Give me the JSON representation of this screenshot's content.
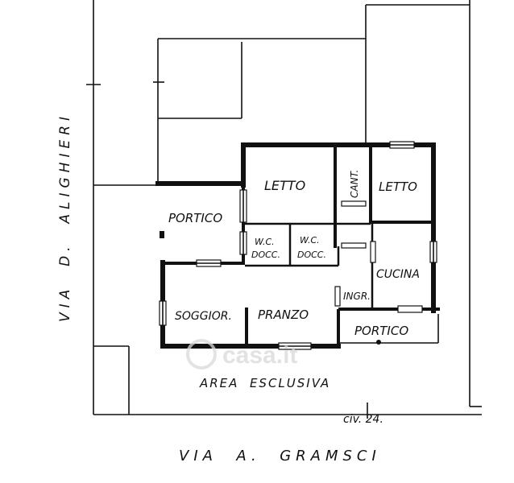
{
  "rooms": {
    "letto_1": "LETTO",
    "cantina": "CANT.",
    "letto_2": "LETTO",
    "portico_1": "PORTICO",
    "wc_1_line1": "W.C.",
    "wc_1_line2": "DOCC.",
    "wc_2_line1": "W.C.",
    "wc_2_line2": "DOCC.",
    "cucina": "CUCINA",
    "ingresso": "INGR.",
    "soggiorno": "SOGGIOR.",
    "pranzo": "PRANZO",
    "portico_2": "PORTICO"
  },
  "labels": {
    "area": "AREA  ESCLUSIVA",
    "civico": "civ. 24.",
    "street_left": "VIA  D.  ALIGHIERI",
    "street_bottom": "VIA  A.  GRAMSCI"
  },
  "watermark": {
    "brand": "casa.it"
  },
  "colors": {
    "ink": "#111111",
    "paper": "#ffffff",
    "watermark": "#d9d9d9"
  }
}
